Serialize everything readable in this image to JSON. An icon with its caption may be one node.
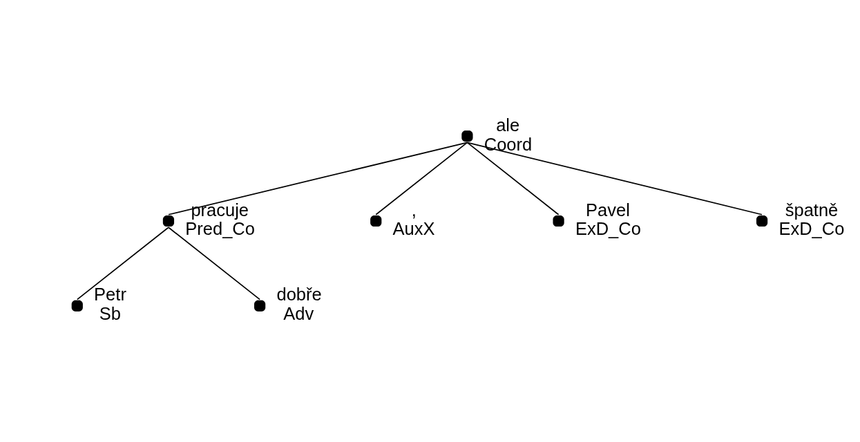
{
  "diagram": {
    "nodes": [
      {
        "text": [
          "ale",
          "Coord"
        ]
      },
      {
        "text": [
          "pracuje",
          "Pred_Co"
        ]
      },
      {
        "text": [
          ",",
          "AuxX"
        ]
      },
      {
        "text": [
          "Pavel",
          "ExD_Co"
        ]
      },
      {
        "text": [
          "špatně",
          "ExD_Co"
        ]
      },
      {
        "text": [
          "Petr",
          "Sb"
        ]
      },
      {
        "text": [
          "dobře",
          "Adv"
        ]
      }
    ],
    "edges": [
      {
        "from": 0,
        "to": 1,
        "arrow": "none"
      },
      {
        "from": 0,
        "to": 2,
        "arrow": "none"
      },
      {
        "from": 0,
        "to": 3,
        "arrow": "none"
      },
      {
        "from": 0,
        "to": 4,
        "arrow": "none"
      },
      {
        "from": 1,
        "to": 5,
        "arrow": "none"
      },
      {
        "from": 1,
        "to": 6,
        "arrow": "none"
      }
    ]
  }
}
